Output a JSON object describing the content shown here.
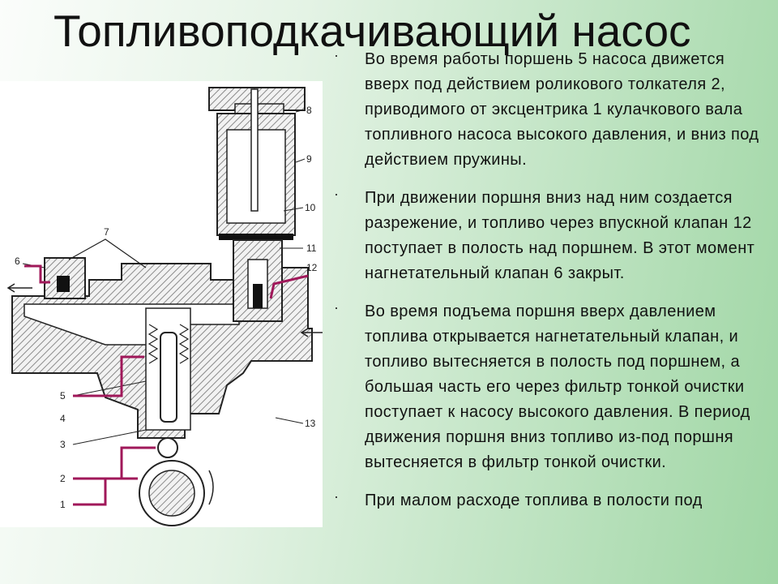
{
  "slide": {
    "title": "Топливоподкачивающий насос",
    "bullet_symbol": "·",
    "bullets": [
      "Во время работы поршень 5 насоса движется вверх под действием роликового толкателя 2, приводимого от эксцентрика 1 кулачкового вала топливного насоса высокого давления, и вниз под действием пружины.",
      "При движении поршня вниз над ним создается разрежение, и топливо через впускной клапан 12 поступает в полость над поршнем. В этот момент нагнетательный клапан 6 закрыт.",
      "Во время подъема поршня вверх давлением топлива открывается нагнетательный клапан, и топливо вытесняется в полость под поршнем, а большая часть его через фильтр тонкой очистки поступает к насосу высокого давления. В период движения поршня вниз топливо из-под поршня вытесняется в фильтр тонкой очистки.",
      "При малом расходе топлива в полости под"
    ]
  },
  "diagram": {
    "labels": [
      "1",
      "2",
      "3",
      "4",
      "5",
      "6",
      "7",
      "8",
      "9",
      "10",
      "11",
      "12",
      "13"
    ],
    "colors": {
      "stroke": "#222222",
      "hatch": "#7a7a7a",
      "arrow": "#a0185a"
    }
  }
}
